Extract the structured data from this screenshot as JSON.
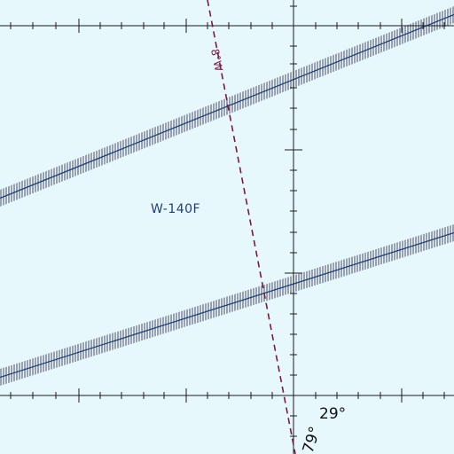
{
  "map": {
    "background": "#e6f8fc",
    "grid_color": "#1a1a1a",
    "airspace_label": "W-140F",
    "airspace_label_color": "#1f3f7a",
    "isogonic_label": "8°W",
    "isogonic_color": "#7a1a3c",
    "route_color": "#1f3f7a",
    "route_band_color": "#5a6a8a",
    "lat_label": "29°",
    "lon_label": "79°"
  }
}
